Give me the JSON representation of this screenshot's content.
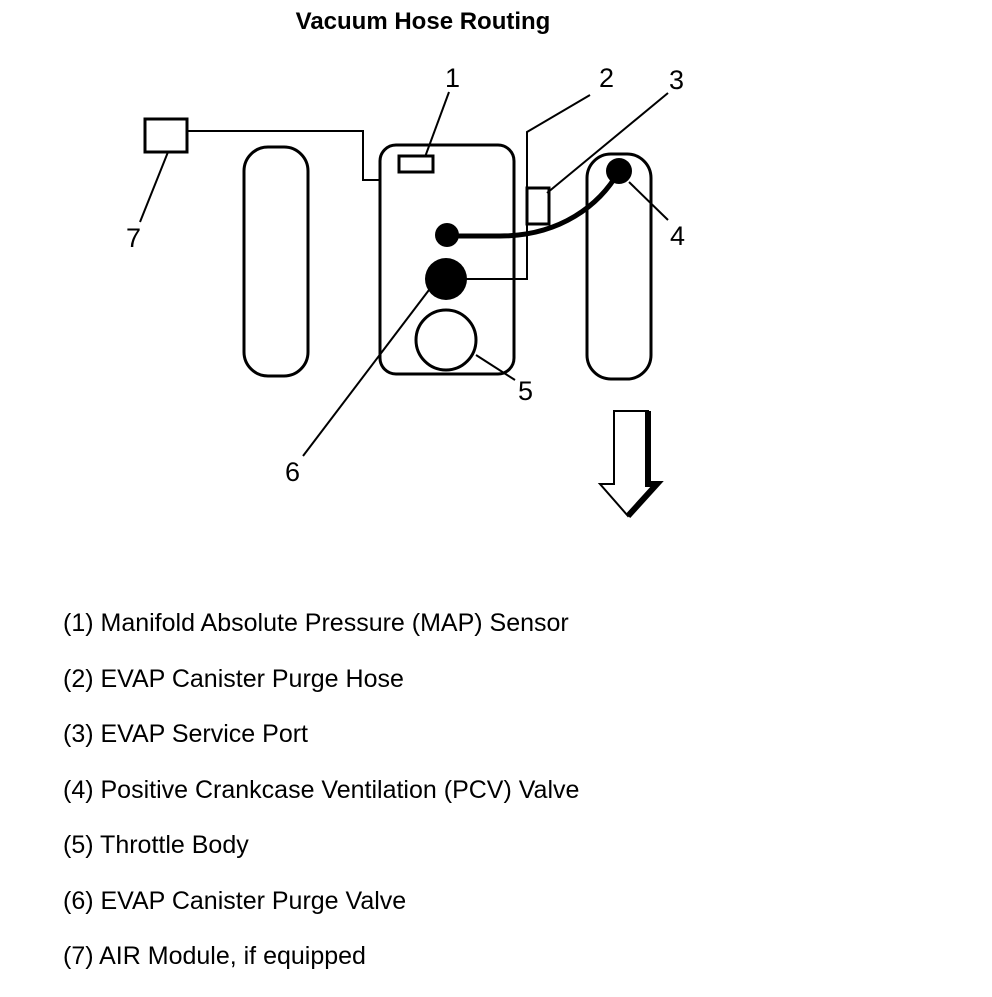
{
  "title": "Vacuum Hose Routing",
  "callouts": {
    "c1": "1",
    "c2": "2",
    "c3": "3",
    "c4": "4",
    "c5": "5",
    "c6": "6",
    "c7": "7"
  },
  "legend": [
    "(1) Manifold Absolute Pressure (MAP) Sensor",
    "(2) EVAP Canister Purge Hose",
    "(3) EVAP Service Port",
    "(4) Positive Crankcase Ventilation (PCV) Valve",
    "(5) Throttle Body",
    "(6) EVAP Canister Purge Valve",
    "(7) AIR Module, if equipped"
  ],
  "icons": {
    "direction": "down-arrow-icon"
  }
}
